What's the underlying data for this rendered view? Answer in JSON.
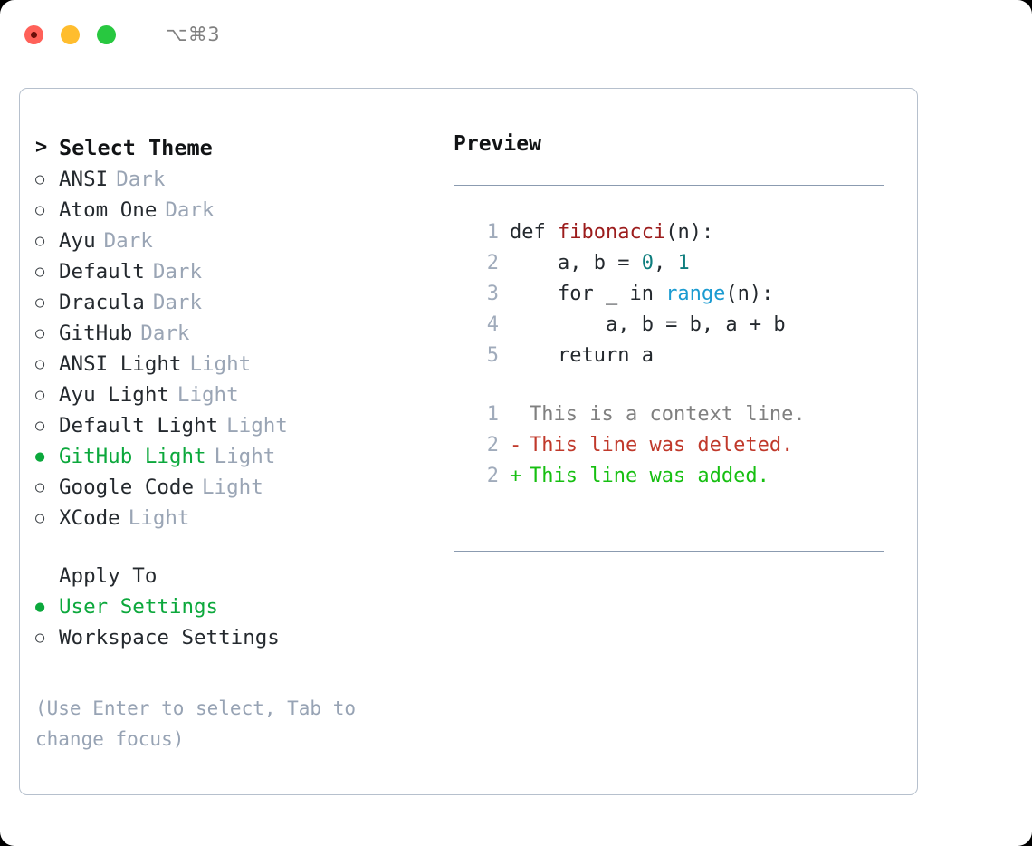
{
  "window": {
    "shortcut": "⌥⌘3",
    "traffic_lights": [
      {
        "name": "close",
        "color": "#ff6159"
      },
      {
        "name": "minimize",
        "color": "#ffbd2e"
      },
      {
        "name": "maximize",
        "color": "#28c840"
      }
    ]
  },
  "theme_picker": {
    "header_marker": ">",
    "header": "Select Theme",
    "marker_unselected": "○",
    "marker_selected": "●",
    "items": [
      {
        "name": "ANSI",
        "variant": "Dark",
        "selected": false
      },
      {
        "name": "Atom One",
        "variant": "Dark",
        "selected": false
      },
      {
        "name": "Ayu",
        "variant": "Dark",
        "selected": false
      },
      {
        "name": "Default",
        "variant": "Dark",
        "selected": false
      },
      {
        "name": "Dracula",
        "variant": "Dark",
        "selected": false
      },
      {
        "name": "GitHub",
        "variant": "Dark",
        "selected": false
      },
      {
        "name": "ANSI Light",
        "variant": "Light",
        "selected": false
      },
      {
        "name": "Ayu Light",
        "variant": "Light",
        "selected": false
      },
      {
        "name": "Default Light",
        "variant": "Light",
        "selected": false
      },
      {
        "name": "GitHub Light",
        "variant": "Light",
        "selected": true
      },
      {
        "name": "Google Code",
        "variant": "Light",
        "selected": false
      },
      {
        "name": "XCode",
        "variant": "Light",
        "selected": false
      }
    ]
  },
  "apply_to": {
    "title": "Apply To",
    "options": [
      {
        "label": "User Settings",
        "selected": true
      },
      {
        "label": "Workspace Settings",
        "selected": false
      }
    ]
  },
  "hint": "(Use Enter to select, Tab to change focus)",
  "preview": {
    "title": "Preview",
    "code_lines": [
      {
        "no": "1",
        "tokens": [
          {
            "t": "def ",
            "c": "kw"
          },
          {
            "t": "fibonacci",
            "c": "fn"
          },
          {
            "t": "(n):",
            "c": "plain"
          }
        ]
      },
      {
        "no": "2",
        "tokens": [
          {
            "t": "    a, b = ",
            "c": "plain"
          },
          {
            "t": "0",
            "c": "num"
          },
          {
            "t": ", ",
            "c": "plain"
          },
          {
            "t": "1",
            "c": "num"
          }
        ]
      },
      {
        "no": "3",
        "tokens": [
          {
            "t": "    for _ in ",
            "c": "kw"
          },
          {
            "t": "range",
            "c": "call"
          },
          {
            "t": "(n):",
            "c": "plain"
          }
        ]
      },
      {
        "no": "4",
        "tokens": [
          {
            "t": "        a, b = b, a + b",
            "c": "plain"
          }
        ]
      },
      {
        "no": "5",
        "tokens": [
          {
            "t": "    return a",
            "c": "kw"
          }
        ]
      }
    ],
    "diff_lines": [
      {
        "no": "1",
        "mark": " ",
        "text": "This is a context line.",
        "kind": "context"
      },
      {
        "no": "2",
        "mark": "-",
        "text": "This line was deleted.",
        "kind": "del"
      },
      {
        "no": "2",
        "mark": "+",
        "text": "This line was added.",
        "kind": "add"
      }
    ]
  },
  "colors": {
    "accent_green": "#0ca83c",
    "muted": "#9aa5b5",
    "border": "#b6c0cd",
    "preview_border": "#8b9bb0",
    "diff_del": "#c0392b",
    "diff_add": "#16bf11"
  }
}
